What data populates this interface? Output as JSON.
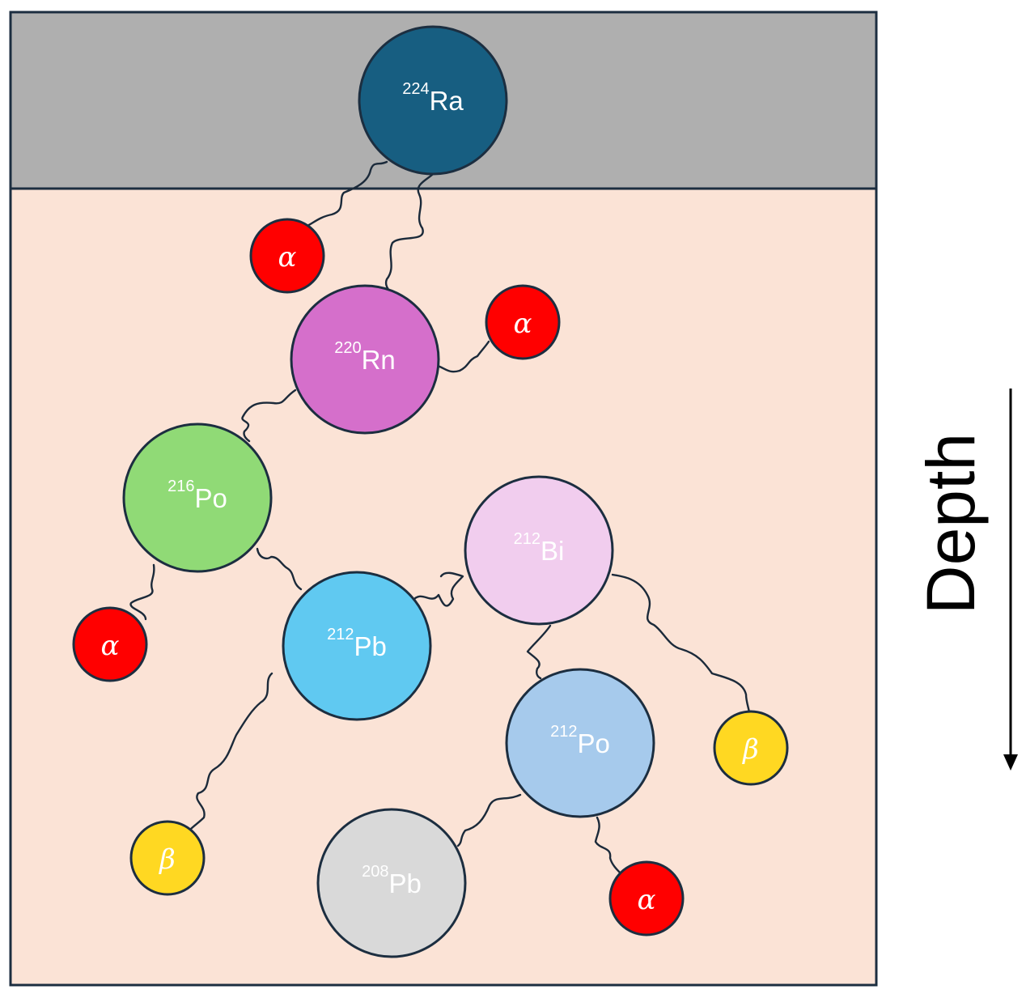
{
  "colors": {
    "surface_layer": "#afafaf",
    "tissue": "#fbe3d6",
    "border": "#1c2e40",
    "ra224": "#175e81",
    "rn220": "#d56fcb",
    "po216": "#90da76",
    "pb212": "#60c9f1",
    "bi212": "#f1cdee",
    "po212": "#a6caec",
    "pb208": "#d9d9d9",
    "alpha": "#ff0000",
    "beta": "#ffd822"
  },
  "nuclides": [
    {
      "id": "ra224",
      "mass": "224",
      "symbol": "Ra",
      "color_key": "ra224"
    },
    {
      "id": "rn220",
      "mass": "220",
      "symbol": "Rn",
      "color_key": "rn220"
    },
    {
      "id": "po216",
      "mass": "216",
      "symbol": "Po",
      "color_key": "po216"
    },
    {
      "id": "pb212",
      "mass": "212",
      "symbol": "Pb",
      "color_key": "pb212"
    },
    {
      "id": "bi212",
      "mass": "212",
      "symbol": "Bi",
      "color_key": "bi212"
    },
    {
      "id": "po212",
      "mass": "212",
      "symbol": "Po",
      "color_key": "po212"
    },
    {
      "id": "pb208",
      "mass": "208",
      "symbol": "Pb",
      "color_key": "pb208"
    }
  ],
  "particles": [
    {
      "id": "alpha-1",
      "symbol": "α",
      "kind": "alpha"
    },
    {
      "id": "alpha-2",
      "symbol": "α",
      "kind": "alpha"
    },
    {
      "id": "alpha-3",
      "symbol": "α",
      "kind": "alpha"
    },
    {
      "id": "beta-1",
      "symbol": "β",
      "kind": "beta"
    },
    {
      "id": "beta-2",
      "symbol": "β",
      "kind": "beta"
    },
    {
      "id": "alpha-4",
      "symbol": "α",
      "kind": "alpha"
    }
  ],
  "depth_axis": {
    "label": "Depth"
  }
}
